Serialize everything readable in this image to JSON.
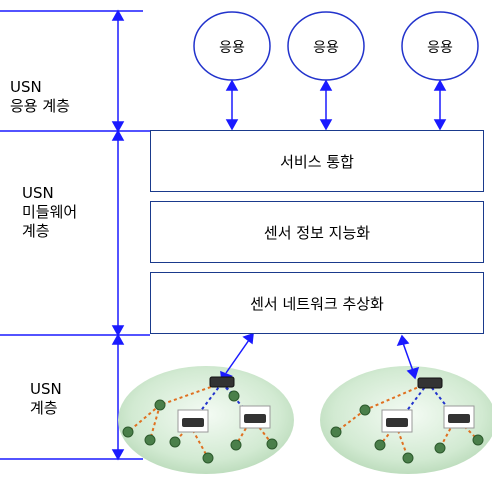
{
  "layers": {
    "application": "USN\n응용 계층",
    "middleware": "USN\n미들웨어\n계층",
    "network": "USN\n계층"
  },
  "applications": [
    "응용",
    "응용",
    "응용"
  ],
  "middleware_boxes": {
    "service_integration": "서비스 통합",
    "sensor_intelligence": "센서 정보 지능화",
    "sensor_network_abstraction": "센서 네트워크 추상화"
  },
  "colors": {
    "line_blue": "#1a1aff",
    "box_border": "#1a3a8c",
    "ellipse_green": "#cfe8cf",
    "link_orange": "#e07020",
    "link_blue": "#2233cc",
    "sensor_node": "#4a7f4a"
  },
  "icons": [
    "router-icon",
    "sensor-node-icon"
  ]
}
